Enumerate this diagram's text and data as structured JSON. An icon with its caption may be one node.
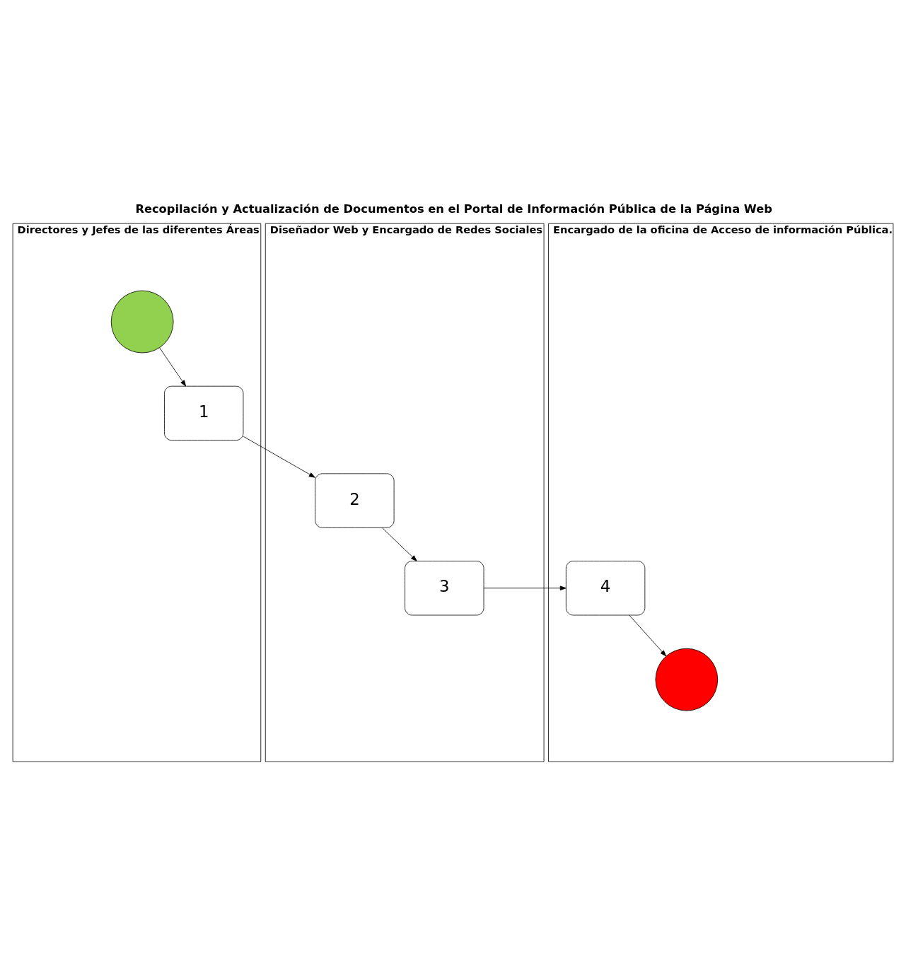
{
  "diagram": {
    "title": "Recopilación y Actualización de Documentos en el Portal de Información Pública de la Página Web",
    "nodes": [
      {
        "text": [
          "Directores y Jefes de las diferentes Áreas"
        ]
      },
      {
        "text": [
          "Diseñador Web y Encargado de Redes Sociales"
        ]
      },
      {
        "text": [
          "Encargado de la oficina de Acceso de información Pública."
        ]
      },
      {
        "text": [],
        "shape": "circle",
        "in": 0
      },
      {
        "text": [
          "1"
        ],
        "in": 0
      },
      {
        "text": [
          "2"
        ],
        "in": 1
      },
      {
        "text": [
          "3"
        ],
        "in": 1
      },
      {
        "text": [
          "4"
        ],
        "in": 2
      },
      {
        "text": [],
        "shape": "circle",
        "in": 2
      }
    ],
    "edges": [
      {
        "from": 3,
        "to": 4,
        "arrow": "to"
      },
      {
        "from": 4,
        "to": 5,
        "arrow": "to"
      },
      {
        "from": 5,
        "to": 6,
        "arrow": "to"
      },
      {
        "from": 6,
        "to": 7,
        "arrow": "to"
      },
      {
        "from": 7,
        "to": 8,
        "arrow": "to"
      }
    ]
  }
}
